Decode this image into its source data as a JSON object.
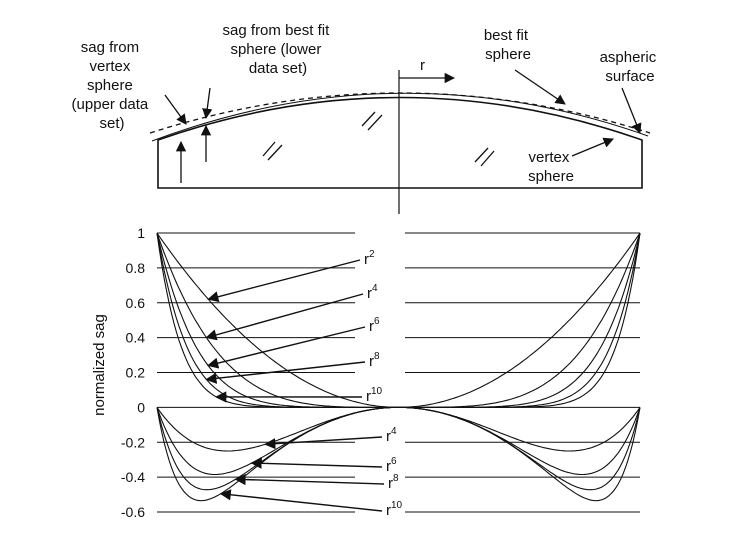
{
  "top_diagram": {
    "labels": {
      "sag_vertex": [
        "sag from",
        "vertex",
        "sphere",
        "(upper data",
        "set)"
      ],
      "sag_bestfit": [
        "sag from best fit",
        "sphere (lower",
        "data set)"
      ],
      "best_fit": [
        "best fit",
        "sphere"
      ],
      "aspheric": [
        "aspheric",
        "surface"
      ],
      "vertex": [
        "vertex",
        "sphere"
      ],
      "r_arrow": "r"
    }
  },
  "chart_data": {
    "type": "line",
    "xlabel": "",
    "ylabel": "normalized sag",
    "ylim": [
      -0.6,
      1
    ],
    "yticks": [
      "1",
      "0.8",
      "0.6",
      "0.4",
      "0.2",
      "0",
      "-0.2",
      "-0.4",
      "-0.6"
    ],
    "upper_series": [
      {
        "base": "r",
        "exp": "2",
        "power": 2
      },
      {
        "base": "r",
        "exp": "4",
        "power": 4
      },
      {
        "base": "r",
        "exp": "6",
        "power": 6
      },
      {
        "base": "r",
        "exp": "8",
        "power": 8
      },
      {
        "base": "r",
        "exp": "10",
        "power": 10
      }
    ],
    "lower_series": [
      {
        "base": "r",
        "exp": "4",
        "power": 4
      },
      {
        "base": "r",
        "exp": "6",
        "power": 6
      },
      {
        "base": "r",
        "exp": "8",
        "power": 8
      },
      {
        "base": "r",
        "exp": "10",
        "power": 10
      }
    ]
  }
}
